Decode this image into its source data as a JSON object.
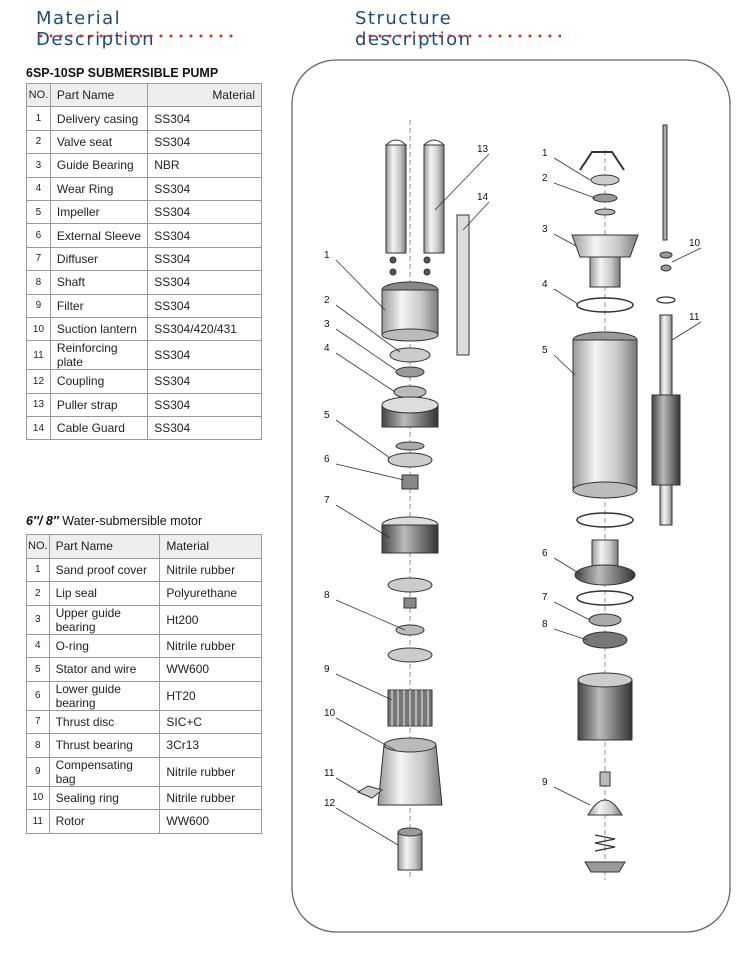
{
  "headings": {
    "material": "Material Description",
    "structure": "Structure description"
  },
  "pump_table": {
    "title": "6SP-10SP SUBMERSIBLE PUMP",
    "headers": [
      "NO.",
      "Part Name",
      "Material"
    ],
    "rows": [
      [
        "1",
        "Delivery casing",
        "SS304"
      ],
      [
        "2",
        "Valve seat",
        "SS304"
      ],
      [
        "3",
        "Guide Bearing",
        "NBR"
      ],
      [
        "4",
        "Wear Ring",
        "SS304"
      ],
      [
        "5",
        "Impeller",
        "SS304"
      ],
      [
        "6",
        "External Sleeve",
        "SS304"
      ],
      [
        "7",
        "Diffuser",
        "SS304"
      ],
      [
        "8",
        "Shaft",
        "SS304"
      ],
      [
        "9",
        "Filter",
        "SS304"
      ],
      [
        "10",
        "Suction lantern",
        "SS304/420/431"
      ],
      [
        "11",
        "Reinforcing plate",
        "SS304"
      ],
      [
        "12",
        "Coupling",
        "SS304"
      ],
      [
        "13",
        "Puller strap",
        "SS304"
      ],
      [
        "14",
        "Cable Guard",
        "SS304"
      ]
    ]
  },
  "motor_table": {
    "title_bold": "6″/ 8″",
    "title_rest": " Water-submersible motor",
    "headers": [
      "NO.",
      "Part Name",
      "Material"
    ],
    "rows": [
      [
        "1",
        "Sand proof cover",
        "Nitrile rubber"
      ],
      [
        "2",
        "Lip seal",
        "Polyurethane"
      ],
      [
        "3",
        "Upper guide bearing",
        "Ht200"
      ],
      [
        "4",
        "O-ring",
        "Nitrile rubber"
      ],
      [
        "5",
        "Stator and wire",
        "WW600"
      ],
      [
        "6",
        "Lower guide bearing",
        "HT20"
      ],
      [
        "7",
        "Thrust disc",
        "SIC+C"
      ],
      [
        "8",
        "Thrust bearing",
        "3Cr13"
      ],
      [
        "9",
        "Compensating bag",
        "Nitrile rubber"
      ],
      [
        "10",
        "Sealing ring",
        "Nitrile rubber"
      ],
      [
        "11",
        "Rotor",
        "WW600"
      ]
    ]
  },
  "diagram": {
    "pump_callouts": [
      "1",
      "2",
      "3",
      "4",
      "5",
      "6",
      "7",
      "8",
      "9",
      "10",
      "11",
      "12",
      "13",
      "14"
    ],
    "motor_callouts": [
      "1",
      "2",
      "3",
      "4",
      "5",
      "6",
      "7",
      "8",
      "9",
      "10",
      "11"
    ]
  }
}
